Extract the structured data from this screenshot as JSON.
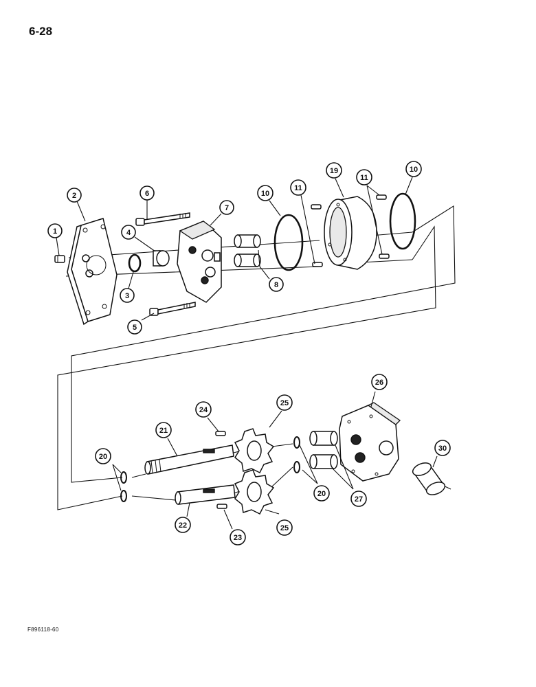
{
  "page": {
    "number": "6-28",
    "figure_code": "F896118-60"
  },
  "callouts": {
    "c1": "1",
    "c2": "2",
    "c3": "3",
    "c4": "4",
    "c5": "5",
    "c6": "6",
    "c7": "7",
    "c8": "8",
    "c10a": "10",
    "c10b": "10",
    "c11a": "11",
    "c11b": "11",
    "c19": "19",
    "c20a": "20",
    "c20b": "20",
    "c21": "21",
    "c22": "22",
    "c23": "23",
    "c24": "24",
    "c25a": "25",
    "c25b": "25",
    "c26": "26",
    "c27": "27",
    "c30": "30"
  },
  "colors": {
    "ink": "#111111",
    "paper": "#ffffff"
  }
}
